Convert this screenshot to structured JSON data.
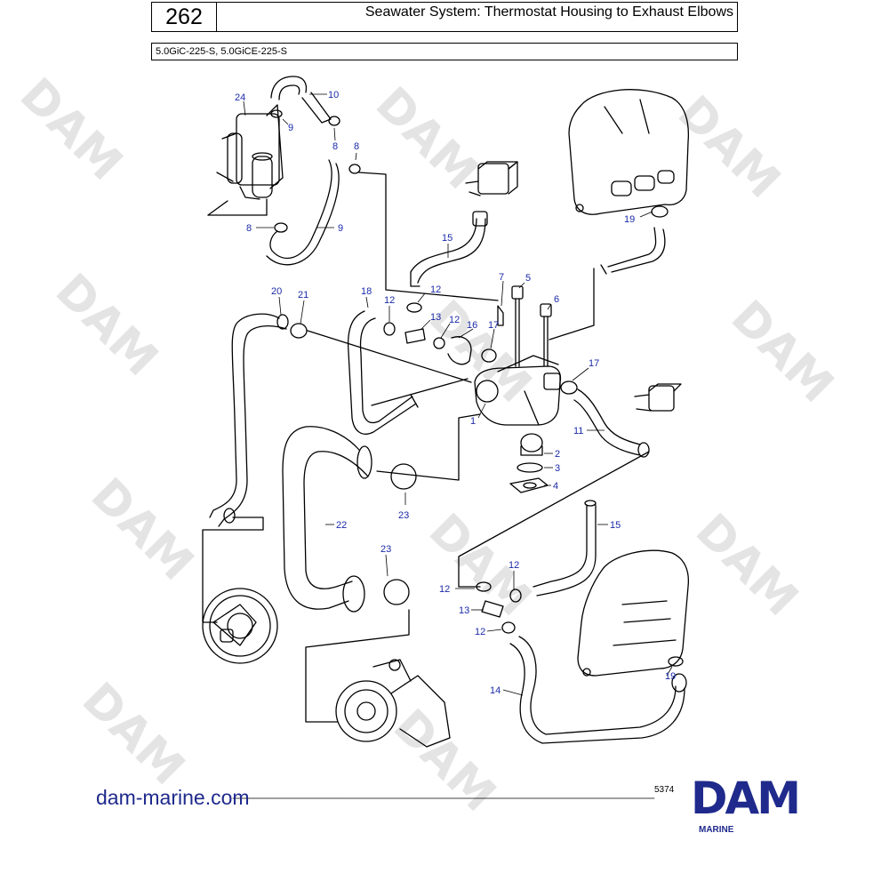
{
  "header": {
    "page_number": "262",
    "title": "Seawater System: Thermostat Housing to Exhaust Elbows",
    "models": "5.0GiC-225-S, 5.0GiCE-225-S"
  },
  "watermark": "DAM",
  "parts": {
    "p1": "1",
    "p2": "2",
    "p3": "3",
    "p4": "4",
    "p5": "5",
    "p6": "6",
    "p7": "7",
    "p8a": "8",
    "p8b": "8",
    "p8c": "8",
    "p9a": "9",
    "p9b": "9",
    "p10": "10",
    "p11": "11",
    "p12a": "12",
    "p12b": "12",
    "p12c": "12",
    "p12d": "12",
    "p12e": "12",
    "p12f": "12",
    "p13a": "13",
    "p13b": "13",
    "p14": "14",
    "p15a": "15",
    "p15b": "15",
    "p16": "16",
    "p17a": "17",
    "p17b": "17",
    "p18": "18",
    "p19a": "19",
    "p19b": "19",
    "p20": "20",
    "p21": "21",
    "p22": "22",
    "p23a": "23",
    "p23b": "23",
    "p24": "24"
  },
  "footer": {
    "website": "dam-marine.com",
    "ref_number": "5374",
    "brand": "DAM",
    "brand_sub": "MARINE"
  },
  "colors": {
    "label_blue": "#1a2aa8",
    "brand_blue": "#1f2a8c"
  }
}
